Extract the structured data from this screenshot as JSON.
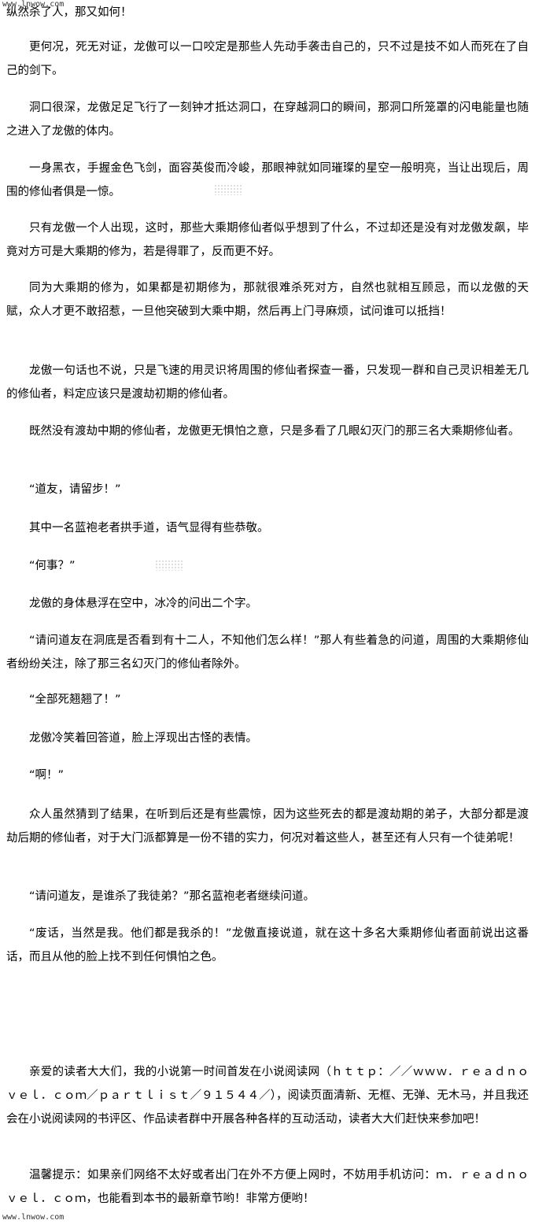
{
  "watermark_top": "www.lnwow.com",
  "watermark_bottom": "www.lnwow.com",
  "paragraphs": [
    "纵然杀了人，那又如何！",
    "更何况，死无对证，龙傲可以一口咬定是那些人先动手袭击自己的，只不过是技不如人而死在了自己的剑下。",
    "洞口很深，龙傲足足飞行了一刻钟才抵达洞口，在穿越洞口的瞬间，那洞口所笼罩的闪电能量也随之进入了龙傲的体内。",
    "一身黑衣，手握金色飞剑，面容英俊而冷峻，那眼神就如同璀璨的星空一般明亮，当让出现后，周围的修仙者俱是一惊。",
    "只有龙傲一个人出现，这时，那些大乘期修仙者似乎想到了什么，不过却还是没有对龙傲发飙，毕竟对方可是大乘期的修为，若是得罪了，反而更不好。",
    "同为大乘期的修为，如果都是初期修为，那就很难杀死对方，自然也就相互顾忌，而以龙傲的天赋，众人才更不敢招惹，一旦他突破到大乘中期，然后再上门寻麻烦，试问谁可以抵挡！",
    "龙傲一句话也不说，只是飞速的用灵识将周围的修仙者探查一番，只发现一群和自己灵识相差无几的修仙者，料定应该只是渡劫初期的修仙者。",
    "既然没有渡劫中期的修仙者，龙傲更无惧怕之意，只是多看了几眼幻灭门的那三名大乘期修仙者。",
    "“道友，请留步！”",
    "其中一名蓝袍老者拱手道，语气显得有些恭敬。",
    "“何事？”",
    "龙傲的身体悬浮在空中，冰冷的问出二个字。",
    "“请问道友在洞底是否看到有十二人，不知他们怎么样！”那人有些着急的问道，周围的大乘期修仙者纷纷关注，除了那三名幻灭门的修仙者除外。",
    "“全部死翘翘了！”",
    "龙傲冷笑着回答道，脸上浮现出古怪的表情。",
    "“啊！”",
    "众人虽然猜到了结果，在听到后还是有些震惊，因为这些死去的都是渡劫期的弟子，大部分都是渡劫后期的修仙者，对于大门派都算是一份不错的实力，何况对着这些人，甚至还有人只有一个徒弟呢！",
    "“请问道友，是谁杀了我徒弟？”那名蓝袍老者继续问道。",
    "“废话，当然是我。他们都是我杀的！”龙傲直接说道，就在这十多名大乘期修仙者面前说出这番话，而且从他的脸上找不到任何惧怕之色。",
    "亲爱的读者大大们，我的小说第一时间首发在小说阅读网（ｈｔｔｐ：／／ｗｗｗ．ｒｅａｄｎｏｖｅｌ．ｃｏｍ／ｐａｒｔｌｉｓｔ／９１５４４／），阅读页面清新、无框、无弹、无木马，并且我还会在小说阅读网的书评区、作品读者群中开展各种各样的互动活动，读者大大们赶快来参加吧！",
    "温馨提示：如果亲们网络不太好或者出门在外不方便上网时，不妨用手机访问：ｍ．ｒｅａｄｎｏｖｅｌ．ｃｏｍ，也能看到本书的最新章节哟！非常方便哟！"
  ]
}
